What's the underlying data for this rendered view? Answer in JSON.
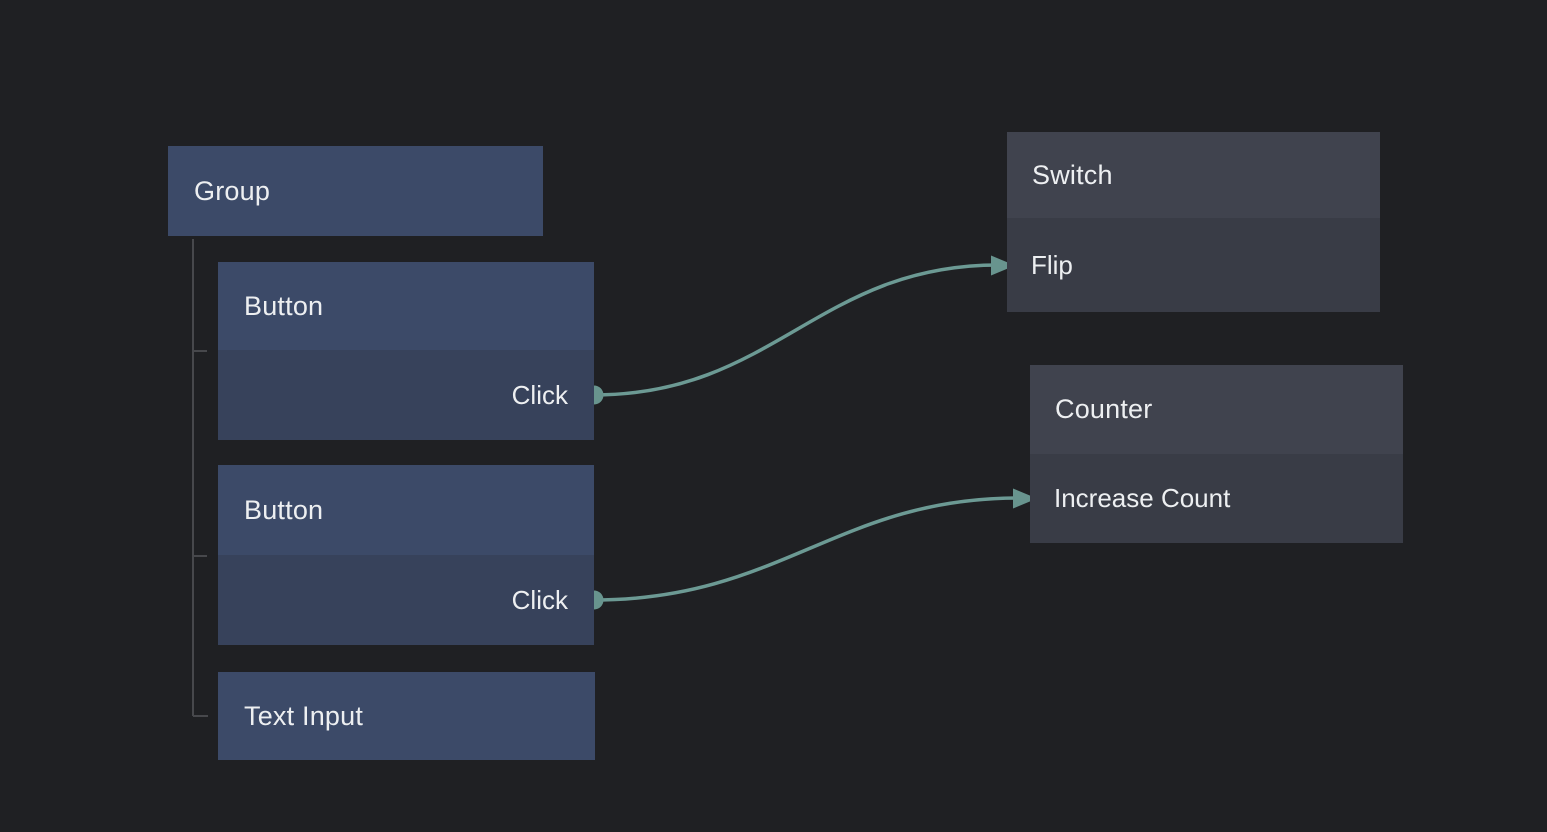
{
  "colors": {
    "background": "#1f2023",
    "blue_node_header": "#3c4a68",
    "blue_node_body": "#37425b",
    "gray_node_header": "#40434e",
    "gray_node_body": "#393c46",
    "wire": "#6c9a94",
    "port_dot": "#68948e",
    "tree_line": "#47484c",
    "text": "#edeff1"
  },
  "nodes": {
    "group": {
      "title": "Group"
    },
    "button1": {
      "title": "Button",
      "outputs": {
        "click": "Click"
      }
    },
    "button2": {
      "title": "Button",
      "outputs": {
        "click": "Click"
      }
    },
    "text_input": {
      "title": "Text Input"
    },
    "switch": {
      "title": "Switch",
      "inputs": {
        "flip": "Flip"
      }
    },
    "counter": {
      "title": "Counter",
      "inputs": {
        "increase": "Increase Count"
      }
    }
  },
  "connections": [
    {
      "from": "button1.click",
      "to": "switch.flip"
    },
    {
      "from": "button2.click",
      "to": "counter.increase"
    }
  ]
}
